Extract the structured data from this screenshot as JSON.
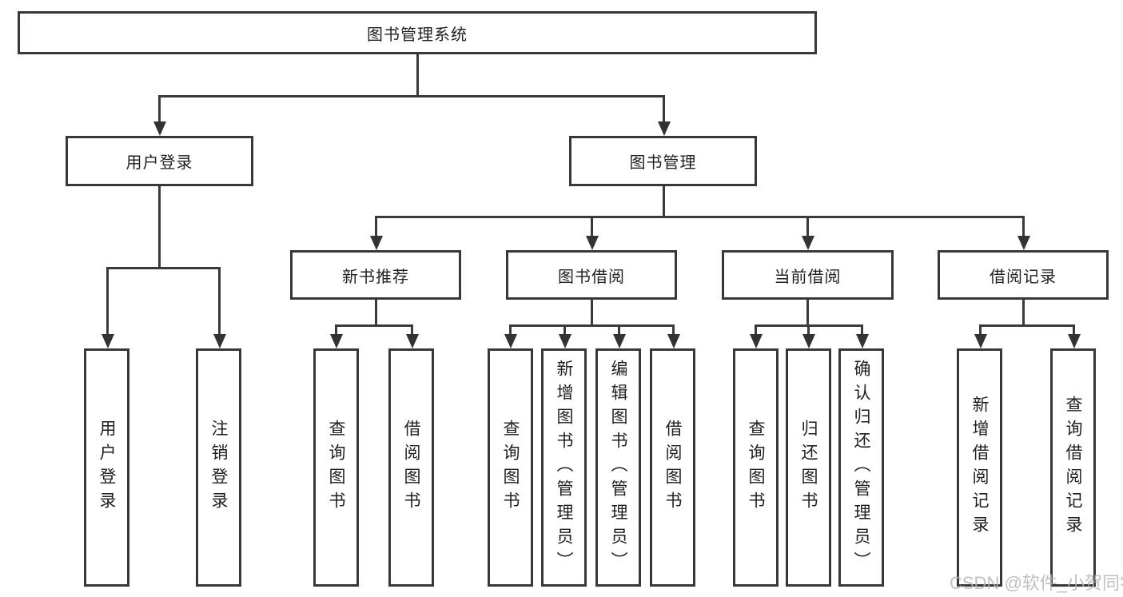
{
  "page": {
    "watermark": "CSDN @软件_小贺同学"
  },
  "colors": {
    "background": "#ffffff",
    "box_border": "#383838",
    "connector_line": "#3a3a3a",
    "text": "#1f1f1f",
    "watermark": "#b4b4b4"
  },
  "nodes": {
    "root": {
      "label": "图书管理系统"
    },
    "user_login_group": {
      "label": "用户登录"
    },
    "book_management": {
      "label": "图书管理"
    },
    "new_book_recommend": {
      "label": "新书推荐"
    },
    "book_borrowing": {
      "label": "图书借阅"
    },
    "current_borrowing": {
      "label": "当前借阅"
    },
    "borrowing_records": {
      "label": "借阅记录"
    },
    "user_login": {
      "label": "用户登录"
    },
    "logout": {
      "label": "注销登录"
    },
    "nbr_query_book": {
      "label": "查询图书"
    },
    "nbr_borrow_book": {
      "label": "借阅图书"
    },
    "bb_query_book": {
      "label": "查询图书"
    },
    "bb_add_book": {
      "label": "新增图书（管理员）"
    },
    "bb_edit_book": {
      "label": "编辑图书（管理员）"
    },
    "bb_borrow_book": {
      "label": "借阅图书"
    },
    "cb_query_book": {
      "label": "查询图书"
    },
    "cb_return_book": {
      "label": "归还图书"
    },
    "cb_confirm_return": {
      "label": "确认归还（管理员）"
    },
    "br_add_record": {
      "label": "新增借阅记录"
    },
    "br_query_record": {
      "label": "查询借阅记录"
    }
  },
  "edges": [
    {
      "from": "root",
      "to": "user_login_group"
    },
    {
      "from": "root",
      "to": "book_management"
    },
    {
      "from": "user_login_group",
      "to": "user_login"
    },
    {
      "from": "user_login_group",
      "to": "logout"
    },
    {
      "from": "book_management",
      "to": "new_book_recommend"
    },
    {
      "from": "book_management",
      "to": "book_borrowing"
    },
    {
      "from": "book_management",
      "to": "current_borrowing"
    },
    {
      "from": "book_management",
      "to": "borrowing_records"
    },
    {
      "from": "new_book_recommend",
      "to": "nbr_query_book"
    },
    {
      "from": "new_book_recommend",
      "to": "nbr_borrow_book"
    },
    {
      "from": "book_borrowing",
      "to": "bb_query_book"
    },
    {
      "from": "book_borrowing",
      "to": "bb_add_book"
    },
    {
      "from": "book_borrowing",
      "to": "bb_edit_book"
    },
    {
      "from": "book_borrowing",
      "to": "bb_borrow_book"
    },
    {
      "from": "current_borrowing",
      "to": "cb_query_book"
    },
    {
      "from": "current_borrowing",
      "to": "cb_return_book"
    },
    {
      "from": "current_borrowing",
      "to": "cb_confirm_return"
    },
    {
      "from": "borrowing_records",
      "to": "br_add_record"
    },
    {
      "from": "borrowing_records",
      "to": "br_query_record"
    }
  ]
}
